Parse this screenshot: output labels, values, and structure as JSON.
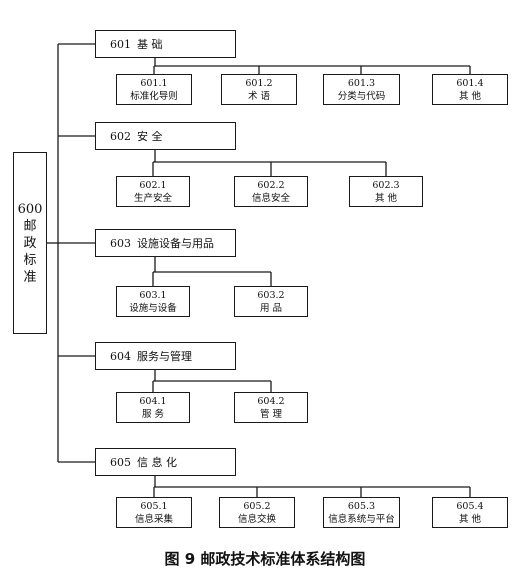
{
  "root": {
    "code": "600",
    "chars": [
      "邮",
      "政",
      "标",
      "准"
    ]
  },
  "categories": [
    {
      "code": "601",
      "label": "基 础",
      "children": [
        {
          "code": "601.1",
          "label": "标准化导则"
        },
        {
          "code": "601.2",
          "label": "术 语"
        },
        {
          "code": "601.3",
          "label": "分类与代码"
        },
        {
          "code": "601.4",
          "label": "其 他"
        }
      ]
    },
    {
      "code": "602",
      "label": "安 全",
      "children": [
        {
          "code": "602.1",
          "label": "生产安全"
        },
        {
          "code": "602.2",
          "label": "信息安全"
        },
        {
          "code": "602.3",
          "label": "其 他"
        }
      ]
    },
    {
      "code": "603",
      "label": "设施设备与用品",
      "children": [
        {
          "code": "603.1",
          "label": "设施与设备"
        },
        {
          "code": "603.2",
          "label": "用 品"
        }
      ]
    },
    {
      "code": "604",
      "label": "服务与管理",
      "children": [
        {
          "code": "604.1",
          "label": "服 务"
        },
        {
          "code": "604.2",
          "label": "管 理"
        }
      ]
    },
    {
      "code": "605",
      "label": "信 息 化",
      "children": [
        {
          "code": "605.1",
          "label": "信息采集"
        },
        {
          "code": "605.2",
          "label": "信息交换"
        },
        {
          "code": "605.3",
          "label": "信息系统与平台"
        },
        {
          "code": "605.4",
          "label": "其 他"
        }
      ]
    }
  ],
  "caption": "图 9   邮政技术标准体系结构图"
}
